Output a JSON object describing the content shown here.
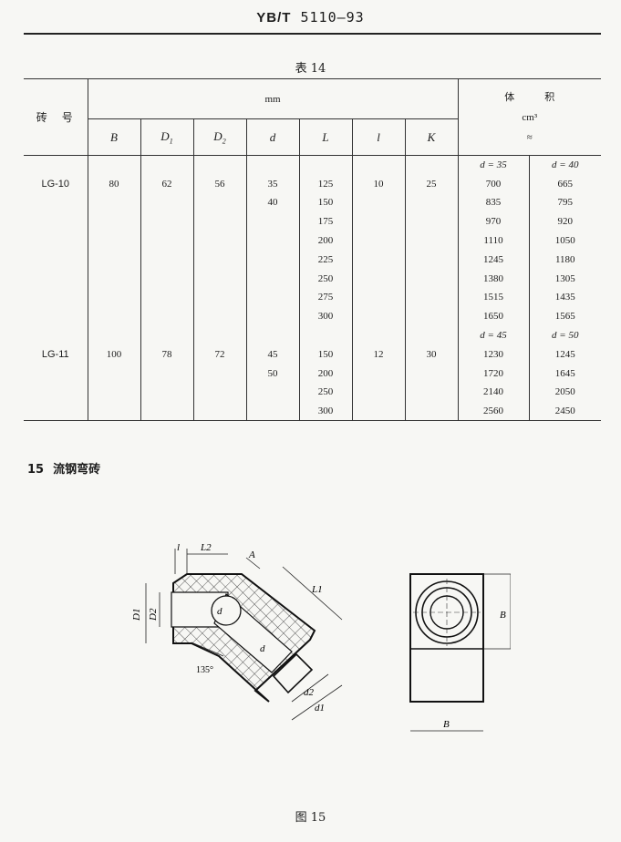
{
  "header": {
    "code_prefix": "YB/T",
    "code_number": "5110—93"
  },
  "table": {
    "title": "表 14",
    "col_brick": "砖　号",
    "unit_mm": "mm",
    "volume_label": "体　　　积",
    "volume_unit": "cm³",
    "volume_approx": "≈",
    "dims": [
      "B",
      "D1",
      "D2",
      "d",
      "L",
      "l",
      "K"
    ],
    "groups": [
      {
        "brick": "LG-10",
        "B": "80",
        "D1": "62",
        "D2": "56",
        "l": "10",
        "K": "25",
        "d_values": [
          "35",
          "40"
        ],
        "vol_headers": [
          "d = 35",
          "d = 40"
        ],
        "rows": [
          [
            "125",
            "700",
            "665"
          ],
          [
            "150",
            "835",
            "795"
          ],
          [
            "175",
            "970",
            "920"
          ],
          [
            "200",
            "1110",
            "1050"
          ],
          [
            "225",
            "1245",
            "1180"
          ],
          [
            "250",
            "1380",
            "1305"
          ],
          [
            "275",
            "1515",
            "1435"
          ],
          [
            "300",
            "1650",
            "1565"
          ]
        ]
      },
      {
        "brick": "LG-11",
        "B": "100",
        "D1": "78",
        "D2": "72",
        "l": "12",
        "K": "30",
        "d_values": [
          "45",
          "50"
        ],
        "vol_headers": [
          "d = 45",
          "d = 50"
        ],
        "rows": [
          [
            "150",
            "1230",
            "1245"
          ],
          [
            "200",
            "1720",
            "1645"
          ],
          [
            "250",
            "2140",
            "2050"
          ],
          [
            "300",
            "2560",
            "2450"
          ]
        ]
      }
    ]
  },
  "section": {
    "number": "15",
    "title": "流钢弯砖"
  },
  "figure": {
    "caption": "图 15",
    "labels": {
      "l": "l",
      "L2": "L2",
      "A": "A",
      "L1": "L1",
      "D1": "D1",
      "D2": "D2",
      "d": "d",
      "angle": "135°",
      "d2": "d2",
      "d1": "d1",
      "B_side": "B",
      "B_bottom": "B"
    }
  }
}
